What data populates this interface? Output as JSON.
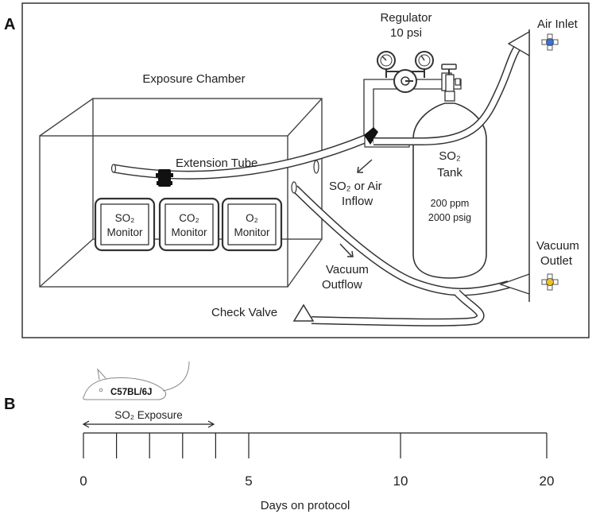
{
  "panel_a": {
    "letter": "A",
    "exposure_chamber": "Exposure Chamber",
    "extension_tube": "Extension Tube",
    "monitors": [
      {
        "line1": "SO₂",
        "line2": "Monitor"
      },
      {
        "line1": "CO₂",
        "line2": "Monitor"
      },
      {
        "line1": "O₂",
        "line2": "Monitor"
      }
    ],
    "regulator": {
      "line1": "Regulator",
      "line2": "10 psi"
    },
    "inflow": {
      "line1": "SO₂ or Air",
      "line2": "Inflow"
    },
    "tank": {
      "line1": "SO₂",
      "line2": "Tank",
      "line3": "200 ppm",
      "line4": "2000 psig"
    },
    "air_inlet": "Air Inlet",
    "vacuum_outlet": {
      "line1": "Vacuum",
      "line2": "Outlet"
    },
    "outflow": {
      "line1": "Vacuum",
      "line2": "Outflow"
    },
    "check_valve": "Check Valve",
    "colors": {
      "air_inlet_valve": "#3a6fd8",
      "vacuum_outlet_valve": "#f0c020"
    }
  },
  "panel_b": {
    "letter": "B",
    "mouse_strain": "C57BL/6J",
    "exposure_label": "SO₂ Exposure",
    "axis_label": "Days on protocol",
    "tick_labels": [
      "0",
      "5",
      "10",
      "20"
    ],
    "tick_days": [
      0,
      1,
      2,
      3,
      4,
      5,
      10,
      20
    ],
    "labeled_days": [
      0,
      5,
      10,
      20
    ],
    "exposure_days": [
      0,
      4
    ],
    "axis_range": [
      0,
      20
    ]
  }
}
